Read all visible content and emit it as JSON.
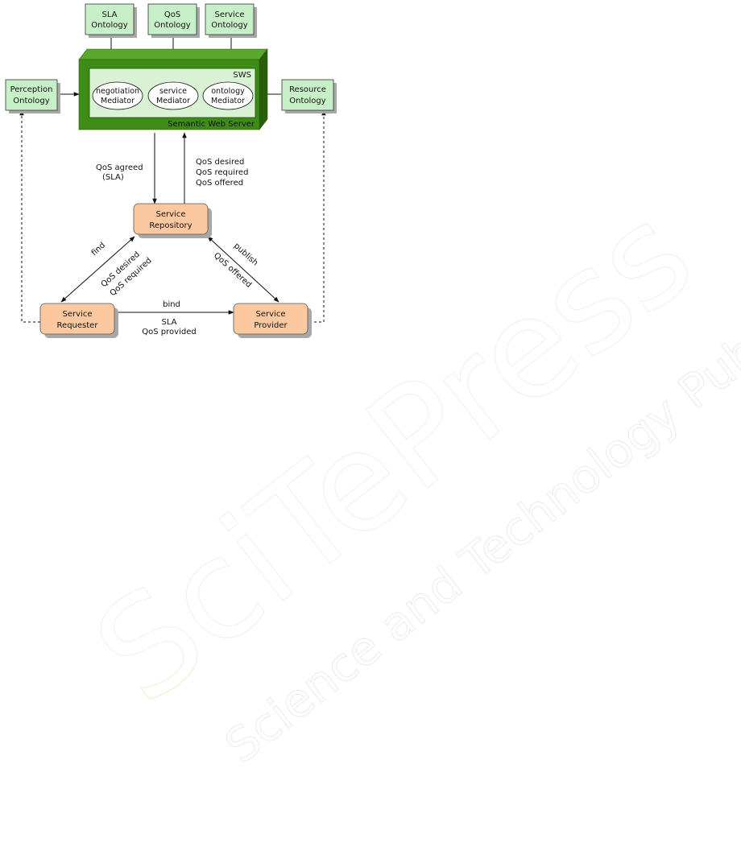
{
  "ontologies_top": [
    {
      "line1": "SLA",
      "line2": "Ontology"
    },
    {
      "line1": "QoS",
      "line2": "Ontology"
    },
    {
      "line1": "Service",
      "line2": "Ontology"
    }
  ],
  "perception": {
    "line1": "Perception",
    "line2": "Ontology"
  },
  "resource": {
    "line1": "Resource",
    "line2": "Ontology"
  },
  "server": {
    "sws_label": "SWS",
    "caption": "Semantic Web Server",
    "mediators": [
      {
        "line1": "negotiation",
        "line2": "Mediator"
      },
      {
        "line1": "service",
        "line2": "Mediator"
      },
      {
        "line1": "ontology",
        "line2": "Mediator"
      }
    ]
  },
  "repository": {
    "line1": "Service",
    "line2": "Repository"
  },
  "requester": {
    "line1": "Service",
    "line2": "Requester"
  },
  "provider": {
    "line1": "Service",
    "line2": "Provider"
  },
  "edges": {
    "down": {
      "line1": "QoS agreed",
      "line2": "(SLA)"
    },
    "up": {
      "line1": "QoS desired",
      "line2": "QoS required",
      "line3": "QoS offered"
    },
    "find": {
      "verb": "find",
      "line1": "QoS desired",
      "line2": "QoS required"
    },
    "publish": {
      "verb": "publish",
      "line1": "QoS offered"
    },
    "bind": {
      "verb": "bind",
      "line1": "SLA",
      "line2": "QoS provided"
    }
  },
  "watermark": {
    "main": "SciTePress",
    "sub": "Science and Technology Publications"
  },
  "colors": {
    "ontology_fill": "#c8f0c8",
    "server_front": "#3d8c15",
    "server_top": "#5aa82a",
    "server_side": "#285f0d",
    "server_panel": "#d9f2d3",
    "service_fill": "#fcc8a0",
    "shadow": "#a8a8a8"
  }
}
